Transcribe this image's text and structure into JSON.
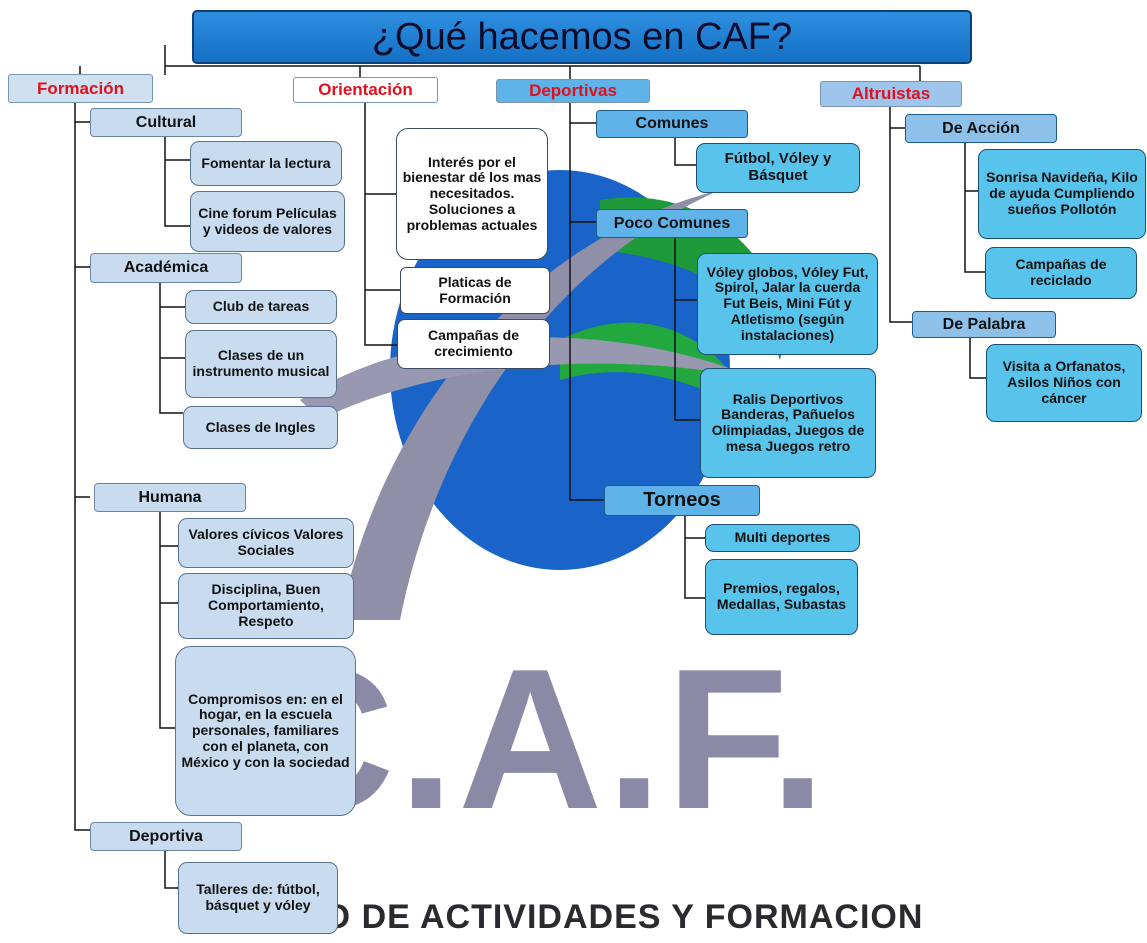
{
  "title": "¿Qué hacemos en CAF?",
  "watermark": {
    "logo_text": "C.A.F.",
    "subtitle": "PO DE ACTIVIDADES Y FORMACION"
  },
  "colors": {
    "title_blue": "#1f7fd6",
    "header_red": "#e0101e",
    "logo_blue": "#1a63c8",
    "logo_green": "#1f9a3a",
    "logo_gray": "#8a8aa6"
  },
  "headers": {
    "formacion": "Formación",
    "orientacion": "Orientación",
    "deportivas": "Deportivas",
    "altruistas": "Altruistas"
  },
  "formacion": {
    "cultural": "Cultural",
    "fomentar_lectura": "Fomentar la lectura",
    "cine_forum": "Cine forum Películas y videos de valores",
    "academica": "Académica",
    "club_tareas": "Club de tareas",
    "clases_instrumento": "Clases de un instrumento musical",
    "clases_ingles": "Clases de Ingles",
    "humana": "Humana",
    "valores": "Valores cívicos Valores Sociales",
    "disciplina": "Disciplina, Buen Comportamiento, Respeto",
    "compromisos": "Compromisos en: en el hogar, en la escuela personales, familiares con el planeta, con México y con la sociedad",
    "deportiva": "Deportiva",
    "talleres": "Talleres de: fútbol, básquet y vóley"
  },
  "orientacion": {
    "interes": "Interés por el bienestar dé los mas necesitados. Soluciones a problemas actuales",
    "platicas": "Platicas de Formación",
    "campanas": "Campañas de crecimiento"
  },
  "deportivas": {
    "comunes": "Comunes",
    "futbol": "Fútbol, Vóley y Básquet",
    "poco_comunes": "Poco Comunes",
    "voley_globos": "Vóley globos, Vóley Fut, Spirol, Jalar la cuerda Fut Beis, Mini Fút y Atletismo (según instalaciones)",
    "ralis": "Ralis Deportivos Banderas, Pañuelos Olimpiadas, Juegos de mesa Juegos retro",
    "torneos": "Torneos",
    "multi": "Multi deportes",
    "premios": "Premios, regalos, Medallas, Subastas"
  },
  "altruistas": {
    "de_accion": "De Acción",
    "sonrisa": "Sonrisa Navideña, Kilo de ayuda Cumpliendo sueños Pollotón",
    "campanas_reciclado": "Campañas de reciclado",
    "de_palabra": "De Palabra",
    "visita": "Visita a Orfanatos, Asilos Niños con cáncer"
  }
}
